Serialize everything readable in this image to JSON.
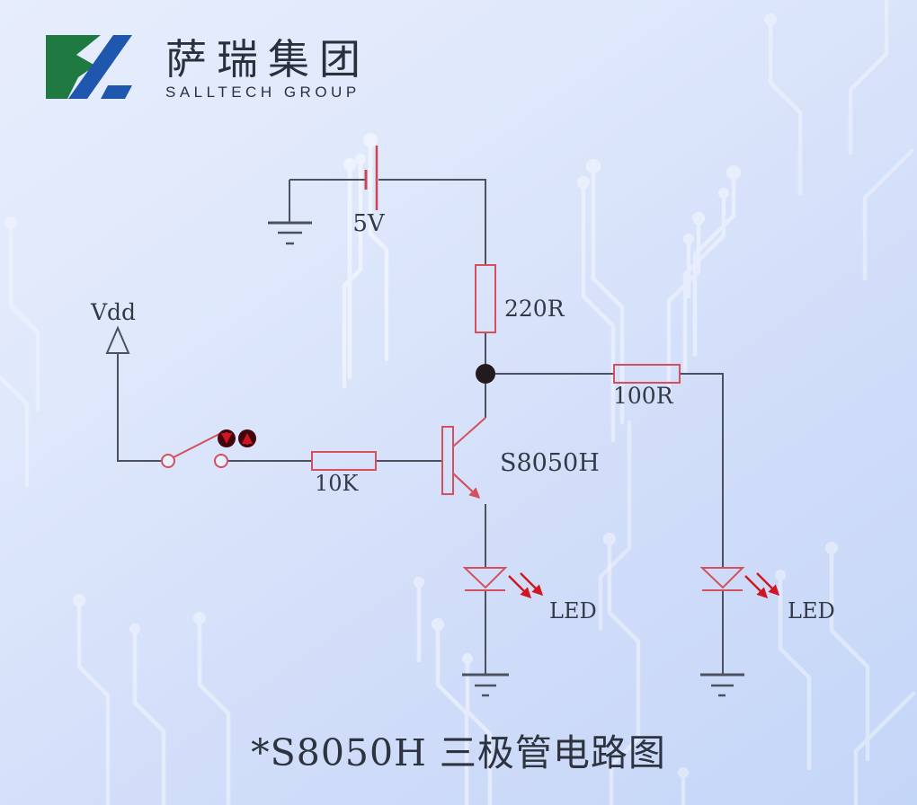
{
  "logo": {
    "cn": "萨瑞集团",
    "en": "SALLTECH GROUP"
  },
  "circuit": {
    "battery": {
      "label": "5V"
    },
    "vdd": {
      "label": "Vdd"
    },
    "resistors": [
      {
        "label": "220R"
      },
      {
        "label": "100R"
      },
      {
        "label": "10K"
      }
    ],
    "transistor": {
      "label": "S8050H"
    },
    "leds": [
      {
        "label": "LED"
      },
      {
        "label": "LED"
      }
    ]
  },
  "caption": "*S8050H 三极管电路图",
  "colors": {
    "background_top": "#e7edfc",
    "background_bottom": "#c4d6f8",
    "wire": "#4b515e",
    "component_red": "#d4505c",
    "bright_red": "#cf1622",
    "dark_red_badge": "#41070a",
    "junction_dot": "#231a1e",
    "label_text": "#333a47",
    "logo_green": "#1e7a40",
    "logo_blue": "#1f56ae",
    "trace_white": "#ffffff"
  }
}
